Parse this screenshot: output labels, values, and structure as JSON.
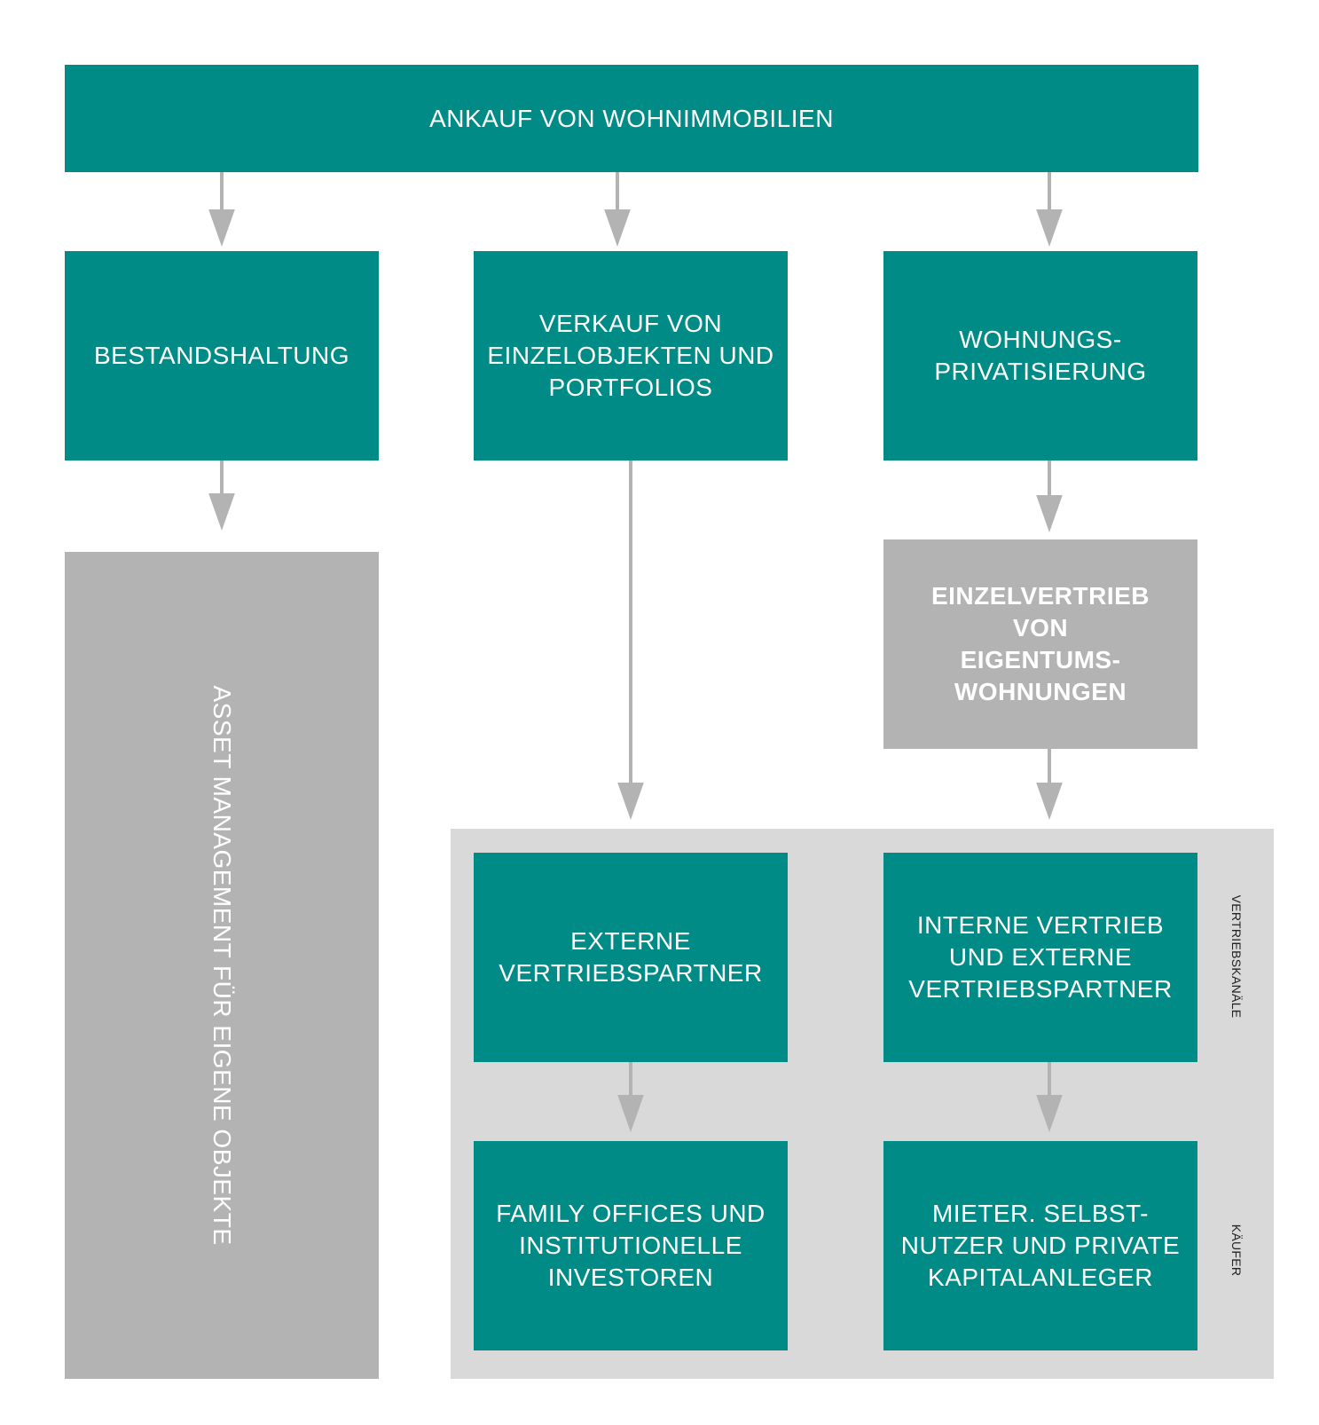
{
  "diagram": {
    "top": "ANKAUF VON WOHNIMMOBILIEN",
    "bestandshaltung": "BESTANDSHALTUNG",
    "verkauf": "VERKAUF VON\nEINZELOBJEKTEN UND\nPORTFOLIOS",
    "wohnungsprivatisierung": "WOHNUNGS-\nPRIVATISIERUNG",
    "einzelvertrieb": "EINZELVERTRIEB VON\nEIGENTUMS-\nWOHNUNGEN",
    "asset_management": "ASSET MANAGEMENT FÜR EIGENE OBJEKTE",
    "externe_vertriebspartner": "EXTERNE\nVERTRIEBSPARTNER",
    "interne_vertrieb": "INTERNE VERTRIEB\nUND EXTERNE\nVERTRIEBSPARTNER",
    "family_offices": "FAMILY OFFICES UND\nINSTITUTIONELLE\nINVESTOREN",
    "mieter": "MIETER. SELBST-\nNUTZER UND PRIVATE\nKAPITALANLEGER",
    "label_vertriebskanaele": "VERTRIEBSKANÄLE",
    "label_kaeufer": "KÄUFER"
  },
  "colors": {
    "teal": "#008b87",
    "gray_box": "#b3b3b3",
    "panel": "#d9d9d9",
    "arrow": "#b3b3b3"
  }
}
